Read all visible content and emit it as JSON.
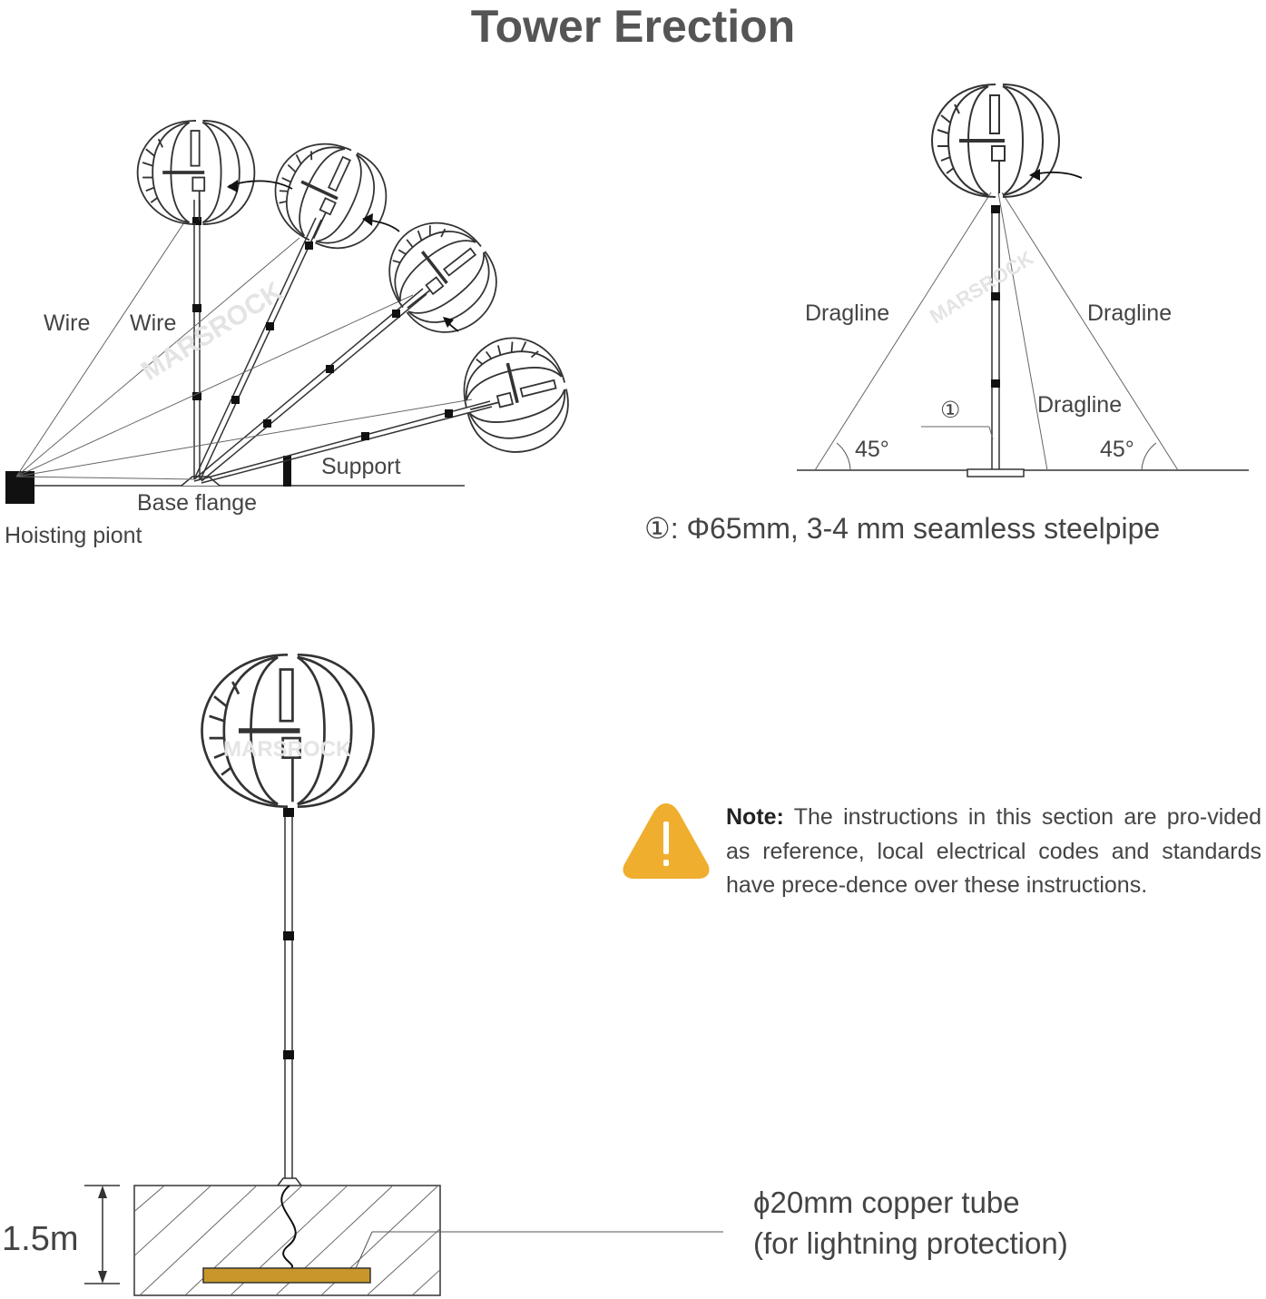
{
  "title": "Tower Erection",
  "raising_diagram": {
    "wire_label_1": "Wire",
    "wire_label_2": "Wire",
    "support_label": "Support",
    "base_flange_label": "Base flange",
    "hoisting_point_label": "Hoisting piont"
  },
  "dragline_diagram": {
    "dragline_left": "Dragline",
    "dragline_right": "Dragline",
    "dragline_center": "Dragline",
    "angle_left": "45°",
    "angle_right": "45°",
    "callout_marker": "①",
    "pipe_spec": "①: Φ65mm, 3-4 mm seamless steelpipe"
  },
  "watermark": "MARSROCK",
  "note": {
    "bold_prefix": "Note:",
    "text": "The instructions in this section are pro-vided as reference, local electrical codes and standards have prece-dence over these instructions."
  },
  "grounding": {
    "depth_label": "1.5m",
    "copper_tube_line1": "ϕ20mm copper tube",
    "copper_tube_line2": "(for lightning protection)"
  },
  "colors": {
    "warning": "#F0AE2E",
    "copper": "#C8962A",
    "line": "#333333"
  }
}
